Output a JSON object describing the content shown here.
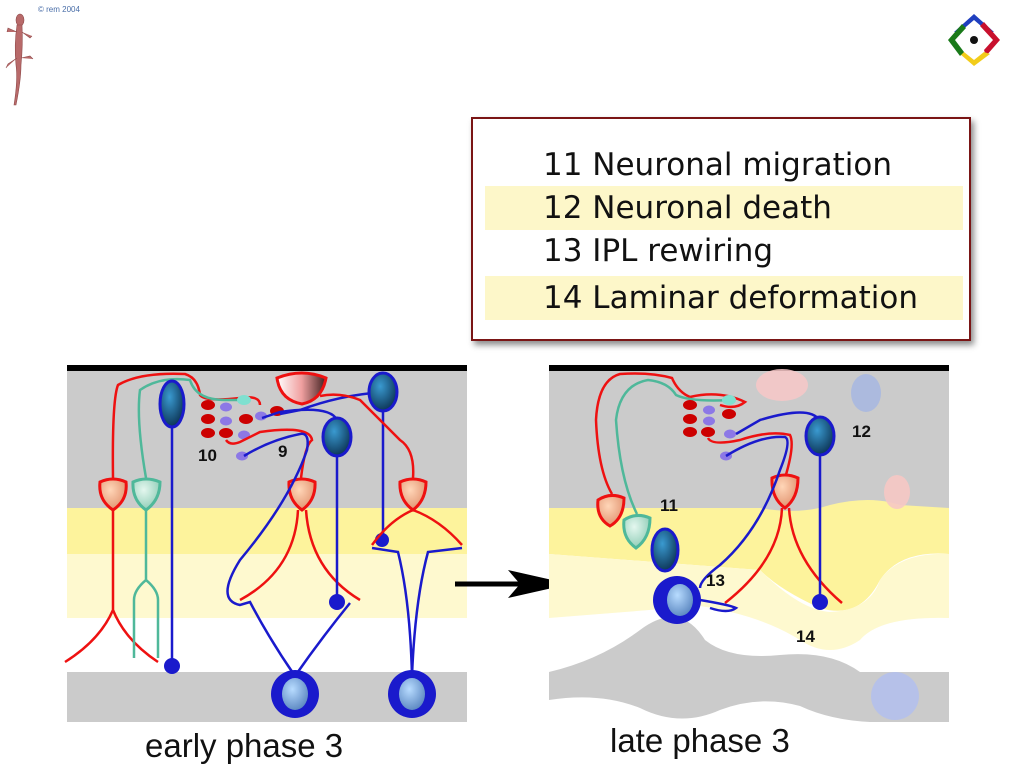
{
  "copyright": "© rem 2004",
  "logo": {
    "name": "four-color-diamond-logo",
    "colors": [
      "#1f3fbf",
      "#c8102e",
      "#f2cc1a",
      "#1a7a1a"
    ]
  },
  "legend": {
    "items": [
      {
        "number": "11",
        "label": "Neuronal migration",
        "text": "11 Neuronal migration",
        "highlighted": false
      },
      {
        "number": "12",
        "label": "Neuronal death",
        "text": "12 Neuronal death",
        "highlighted": true
      },
      {
        "number": "13",
        "label": "IPL rewiring",
        "text": "13 IPL rewiring",
        "highlighted": false
      },
      {
        "number": "14",
        "label": "Laminar deformation",
        "text": "14 Laminar deformation",
        "highlighted": true
      }
    ],
    "border_color": "#7a1515",
    "highlight_color": "#fdf7c9"
  },
  "panels": {
    "early": {
      "caption": "early phase 3",
      "labels": {
        "n10": "10",
        "n9": "9"
      }
    },
    "late": {
      "caption": "late phase 3",
      "labels": {
        "n11": "11",
        "n12": "12",
        "n13": "13",
        "n14": "14"
      }
    }
  },
  "colors": {
    "layer_gray": "#cbcbcb",
    "layer_yellow": "#fdf39c",
    "layer_light_yellow": "#fef9cf",
    "rod_cone_red": "#ee1111",
    "teal": "#4fb89a",
    "bipolar_blue": "#1a1acc"
  }
}
